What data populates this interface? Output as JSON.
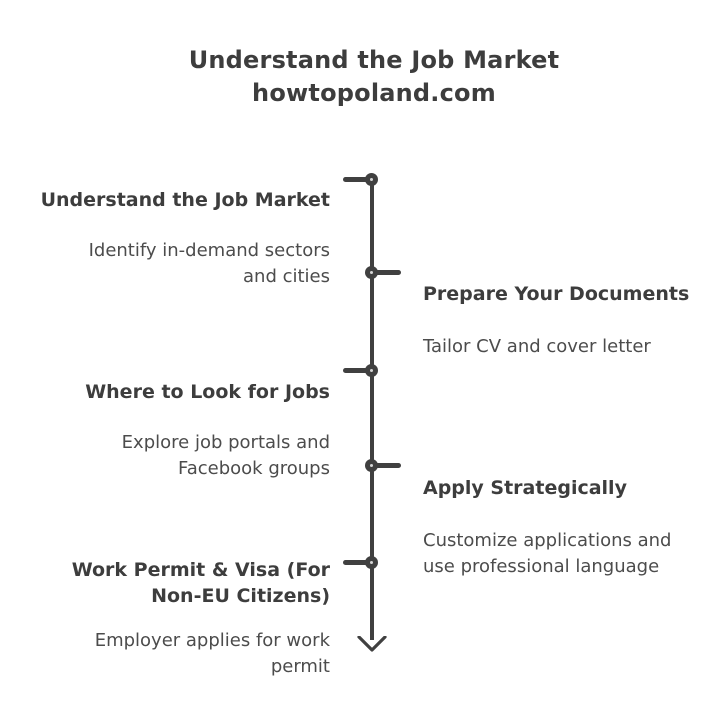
{
  "title": {
    "line1": "Understand the Job Market",
    "line2": "howtopoland.com"
  },
  "colors": {
    "line": "#404040",
    "heading_text": "#3d3d3d",
    "body_text": "#4c4c4c",
    "background": "#ffffff"
  },
  "timeline": {
    "direction": "down",
    "items": [
      {
        "side": "left",
        "heading": "Understand the Job Market",
        "description": "Identify in-demand sectors\nand cities"
      },
      {
        "side": "right",
        "heading": "Prepare Your Documents",
        "description": "Tailor CV and cover letter"
      },
      {
        "side": "left",
        "heading": "Where to Look for Jobs",
        "description": "Explore job portals and\nFacebook groups"
      },
      {
        "side": "right",
        "heading": "Apply Strategically",
        "description": "Customize applications and\nuse professional language"
      },
      {
        "side": "left",
        "heading": "Work Permit & Visa (For\nNon-EU Citizens)",
        "description": "Employer applies for work\npermit"
      }
    ]
  }
}
